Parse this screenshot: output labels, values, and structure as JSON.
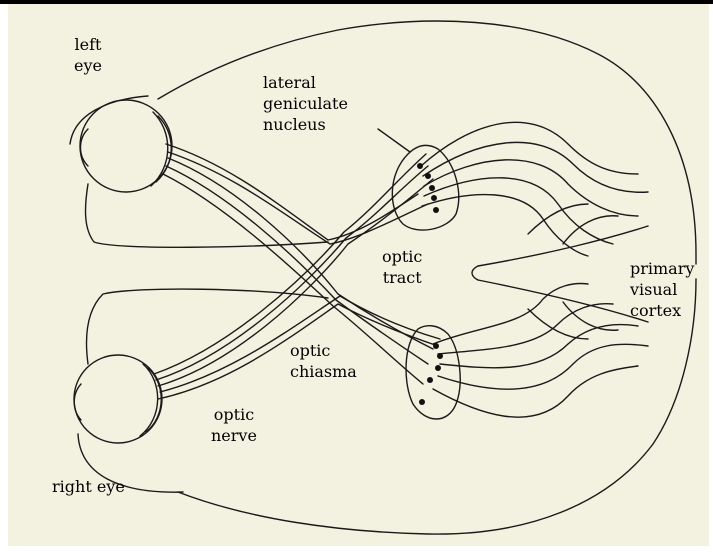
{
  "colors": {
    "background": "#f3f1df",
    "line": "#1a1a1a",
    "top_bar": "#000000"
  },
  "labels": {
    "left_eye": [
      "left",
      "eye"
    ],
    "right_eye": "right eye",
    "lgn": [
      "lateral",
      "geniculate",
      "nucleus"
    ],
    "optic_tract": [
      "optic",
      "tract"
    ],
    "optic_chiasma": [
      "optic",
      "chiasma"
    ],
    "optic_nerve": [
      "optic",
      "nerve"
    ],
    "primary_visual_cortex": [
      "primary",
      "visual",
      "cortex"
    ]
  }
}
